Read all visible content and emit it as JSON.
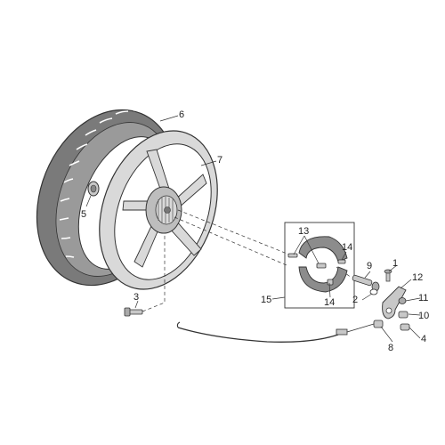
{
  "diagram": {
    "colors": {
      "line": "#333333",
      "tyre_fill": "#7a7a7a",
      "tyre_dark": "#555555",
      "rim_fill": "#d9d9d9",
      "hub_fill": "#bdbdbd",
      "shoe_fill": "#8c8c8c",
      "part_fill": "#c8c8c8"
    },
    "callouts": [
      {
        "id": "c1",
        "label": "1"
      },
      {
        "id": "c2",
        "label": "2"
      },
      {
        "id": "c3",
        "label": "3"
      },
      {
        "id": "c4",
        "label": "4"
      },
      {
        "id": "c5",
        "label": "5"
      },
      {
        "id": "c6",
        "label": "6"
      },
      {
        "id": "c7",
        "label": "7"
      },
      {
        "id": "c8",
        "label": "8"
      },
      {
        "id": "c9",
        "label": "9"
      },
      {
        "id": "c10",
        "label": "10"
      },
      {
        "id": "c11",
        "label": "11"
      },
      {
        "id": "c12",
        "label": "12"
      },
      {
        "id": "c13",
        "label": "13"
      },
      {
        "id": "c14a",
        "label": "14"
      },
      {
        "id": "c14b",
        "label": "14"
      },
      {
        "id": "c15",
        "label": "15"
      }
    ]
  }
}
